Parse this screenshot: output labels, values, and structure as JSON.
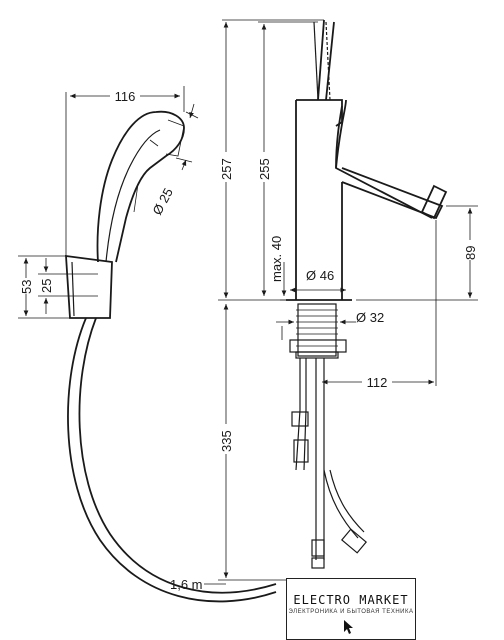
{
  "dimensions": {
    "d116": "116",
    "d25_dia": "Ø 25",
    "d53": "53",
    "d25": "25",
    "d257": "257",
    "d255": "255",
    "d_max40": "max. 40",
    "d46": "Ø 46",
    "d32": "Ø 32",
    "d89": "89",
    "d112": "112",
    "d335": "335",
    "hose_len": "1,6 m"
  },
  "watermark": {
    "name": "ELECTRO MARKET",
    "subtitle": "ЭЛЕКТРОНИКА И БЫТОВАЯ ТЕХНИКА"
  }
}
